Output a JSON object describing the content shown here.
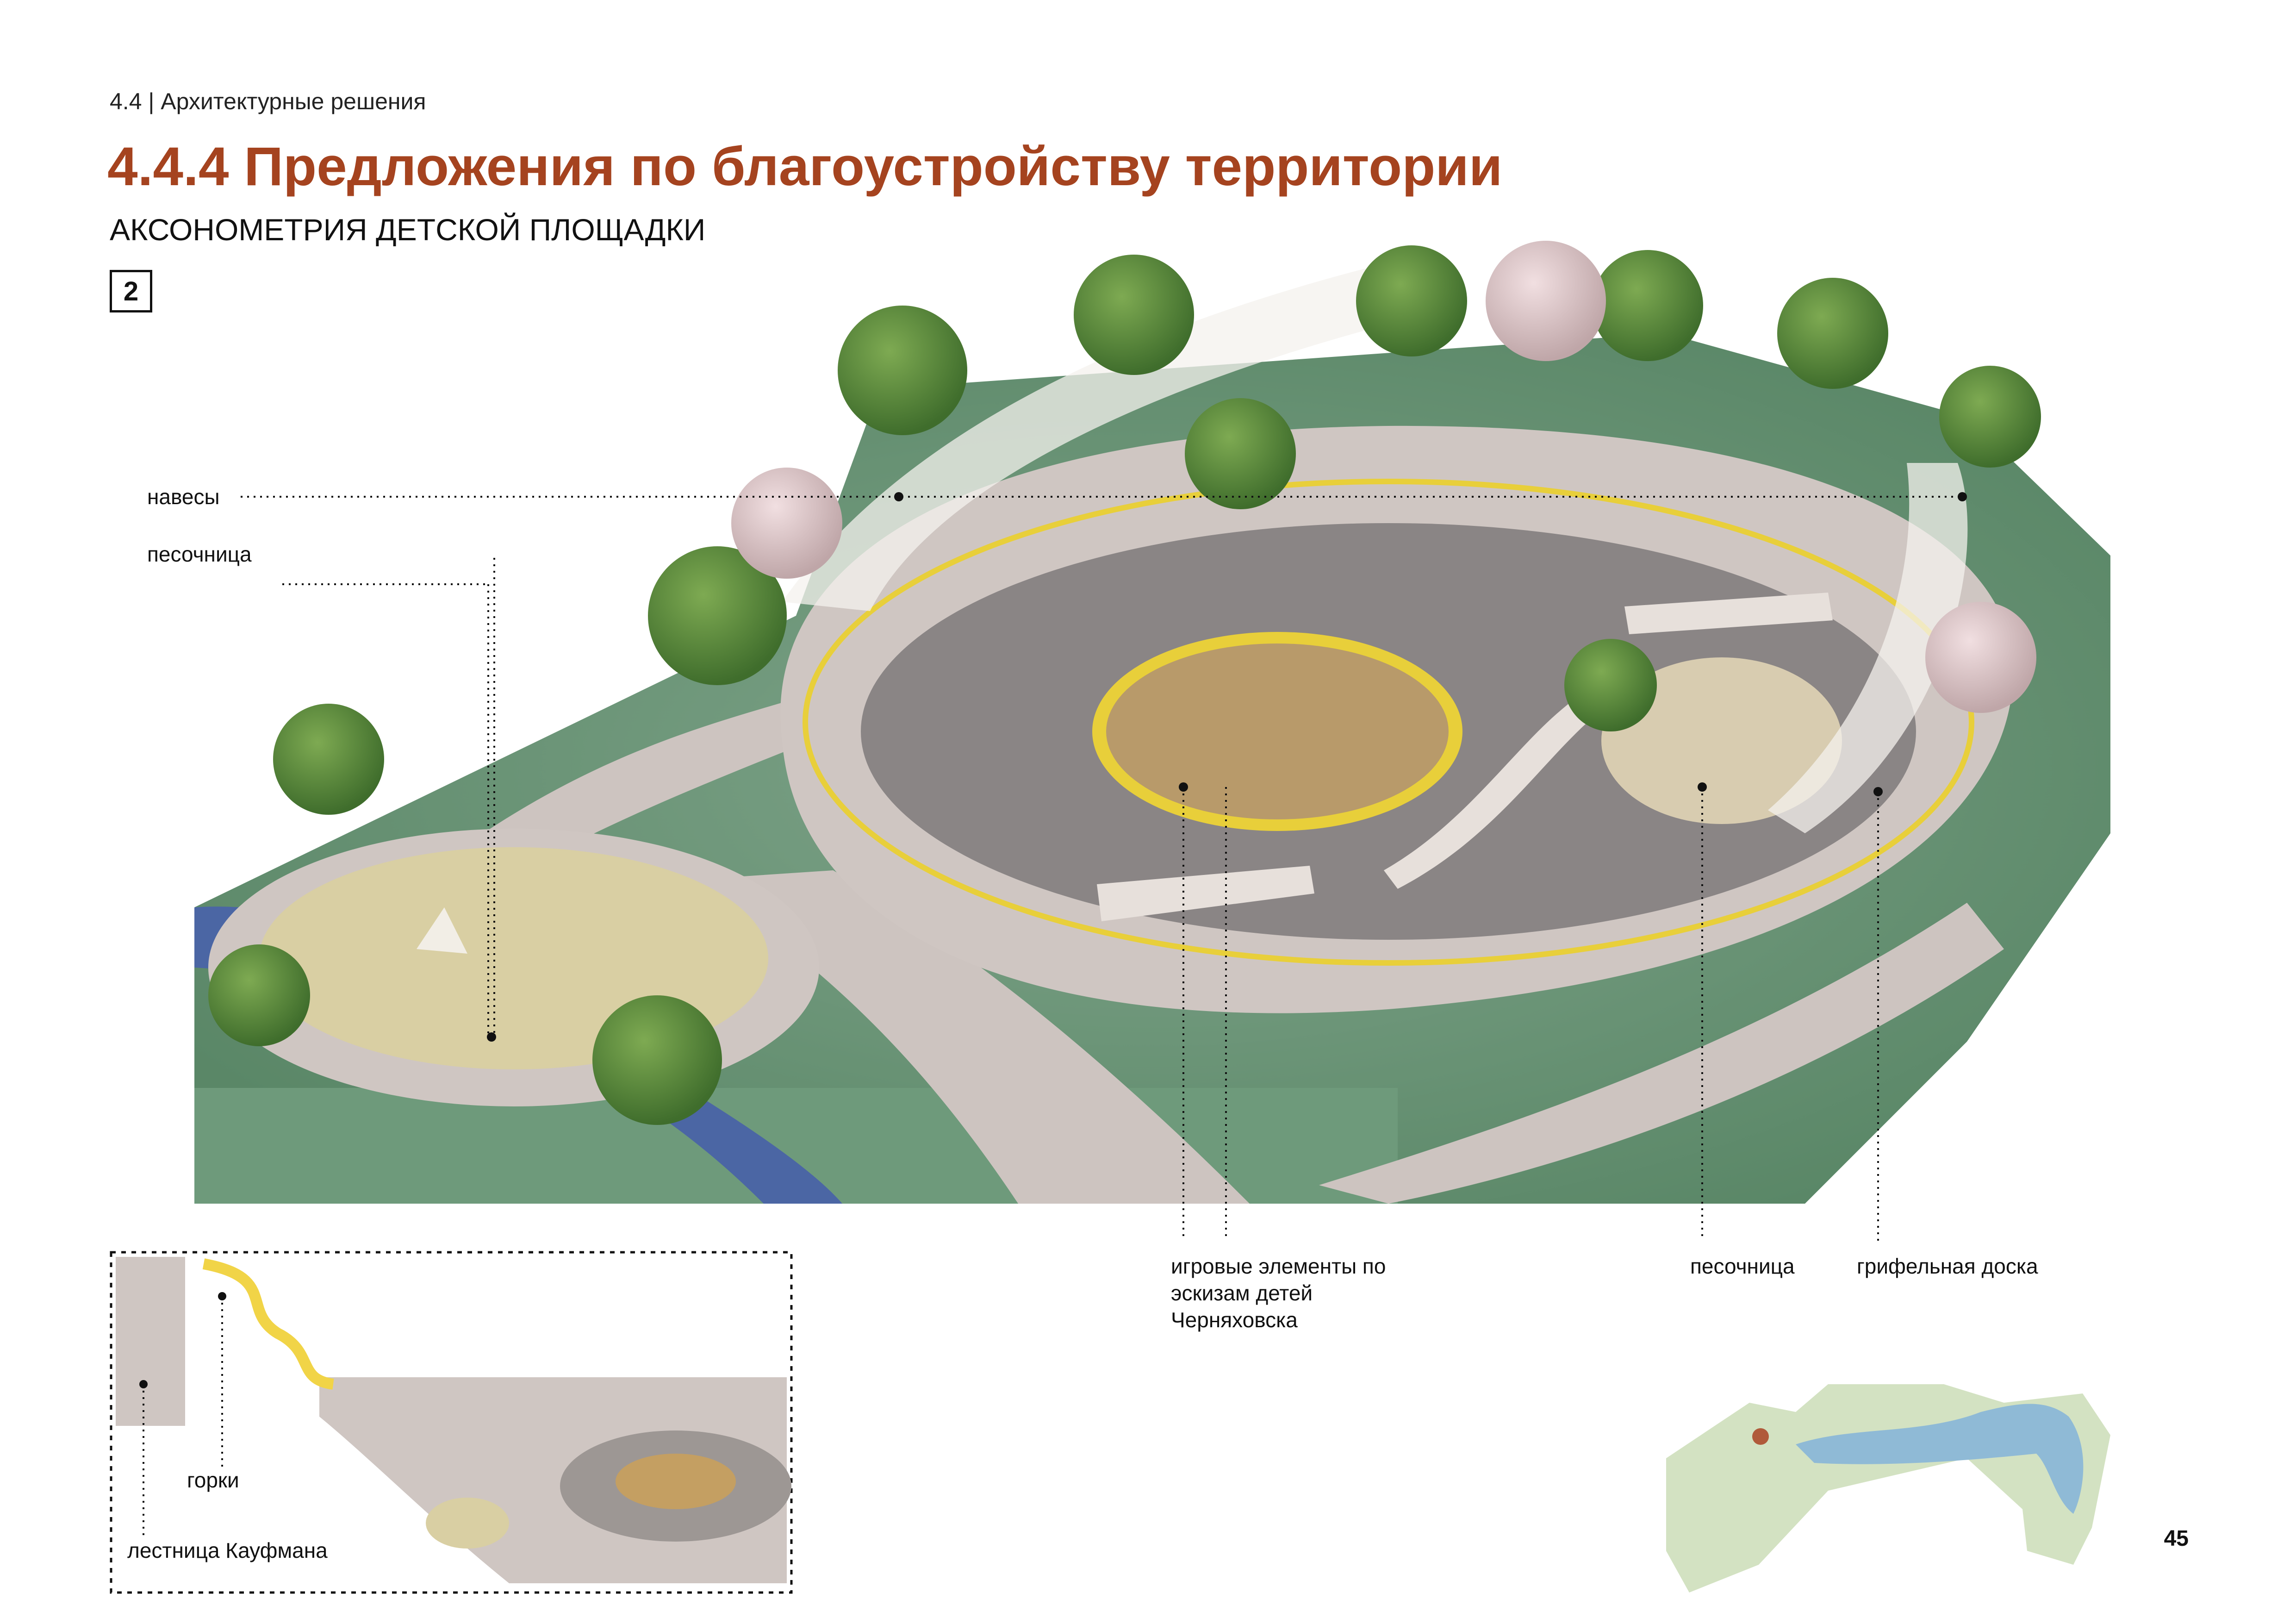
{
  "header": {
    "section": "4.4 | Архитектурные решения",
    "title": "4.4.4 Предложения по благоустройству территории",
    "subtitle": "АКСОНОМЕТРИЯ ДЕТСКОЙ ПЛОЩАДКИ",
    "badge": "2"
  },
  "callouts": {
    "canopies": "навесы",
    "sandbox_left": "песочница",
    "play_elements": "игровые элементы по эскизам детей Черняховска",
    "sandbox_right": "песочница",
    "chalkboard": "грифельная доска"
  },
  "inset": {
    "slides": "горки",
    "kaufman_stairs": "лестница Кауфмана"
  },
  "page_number": "45",
  "colors": {
    "title": "#a5431f",
    "grass": "#5f8d6c",
    "path": "#cfc6c2",
    "asphalt": "#8a8585",
    "yellow_ring": "#e8cf3a",
    "sand": "#c8b48a",
    "water": "#4b66a4",
    "minimap_water": "#8fbad6",
    "minimap_green": "#d3e2c2",
    "minimap_marker": "#b05a3a"
  }
}
